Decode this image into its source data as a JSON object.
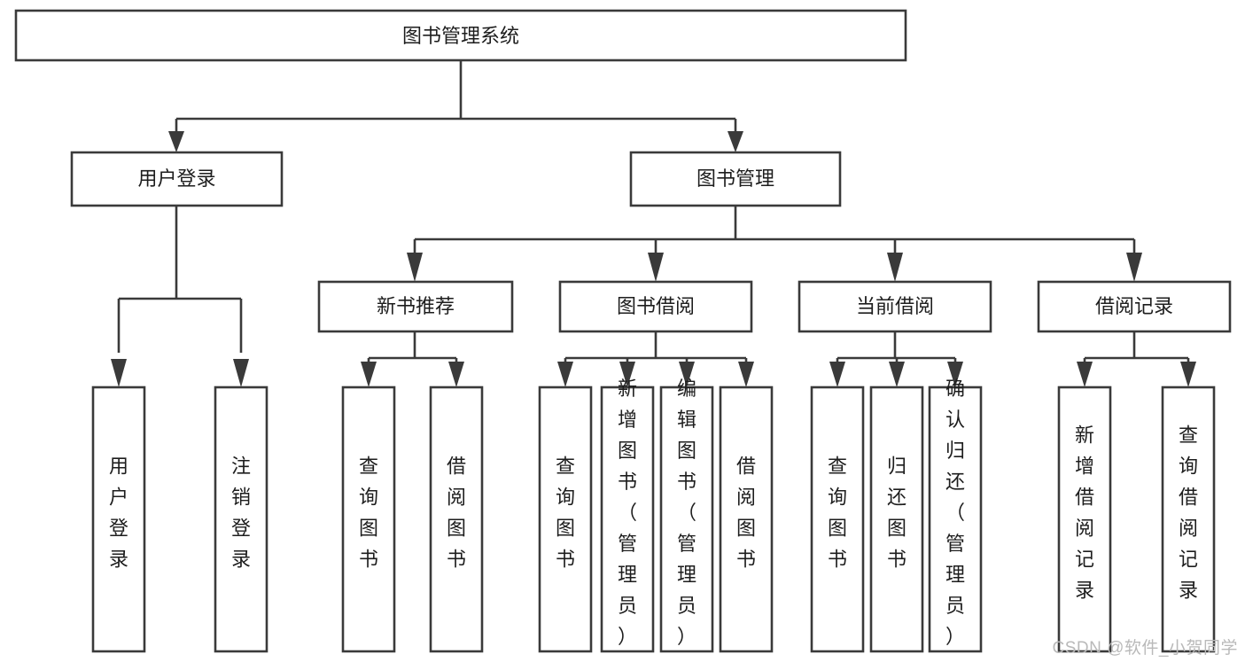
{
  "diagram": {
    "title": "图书管理系统",
    "type": "tree-hierarchy-diagram",
    "colors": {
      "stroke": "#3a3a3a",
      "box_fill": "#ffffff",
      "text": "#1d1d1d",
      "background": "#ffffff",
      "watermark": "#b9b9b9"
    },
    "root": {
      "label": "图书管理系统"
    },
    "level1": [
      {
        "label": "用户登录"
      },
      {
        "label": "图书管理"
      }
    ],
    "level2": [
      {
        "label": "新书推荐"
      },
      {
        "label": "图书借阅"
      },
      {
        "label": "当前借阅"
      },
      {
        "label": "借阅记录"
      }
    ],
    "leaves": {
      "user_login": [
        {
          "label": "用户登录"
        },
        {
          "label": "注销登录"
        }
      ],
      "new_book_recommend": [
        {
          "label": "查询图书"
        },
        {
          "label": "借阅图书"
        }
      ],
      "book_borrow": [
        {
          "label": "查询图书"
        },
        {
          "label": "新增图书（管理员）"
        },
        {
          "label": "编辑图书（管理员）"
        },
        {
          "label": "借阅图书"
        }
      ],
      "current_borrow": [
        {
          "label": "查询图书"
        },
        {
          "label": "归还图书"
        },
        {
          "label": "确认归还（管理员）"
        }
      ],
      "borrow_record": [
        {
          "label": "新增借阅记录"
        },
        {
          "label": "查询借阅记录"
        }
      ]
    }
  },
  "watermark": {
    "text": "CSDN @软件_小贺同学"
  }
}
